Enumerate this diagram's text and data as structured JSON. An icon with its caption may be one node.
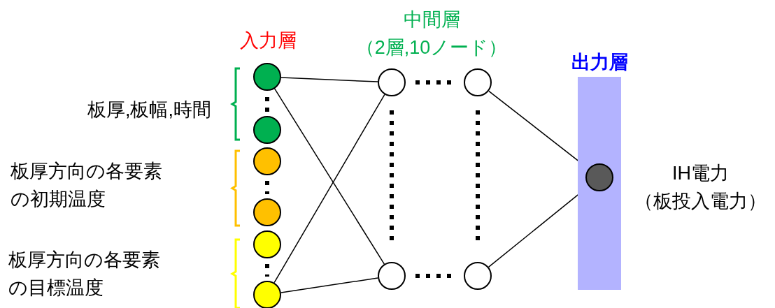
{
  "diagram": {
    "nodes": [
      {
        "text": [],
        "shape": "circle"
      },
      {
        "text": [],
        "shape": "circle"
      },
      {
        "text": [],
        "shape": "circle"
      },
      {
        "text": [],
        "shape": "circle"
      },
      {
        "text": [],
        "shape": "circle"
      },
      {
        "text": [],
        "shape": "circle"
      },
      {
        "text": [],
        "shape": "circle"
      },
      {
        "text": [],
        "shape": "circle"
      },
      {
        "text": [],
        "shape": "circle"
      },
      {
        "text": [],
        "shape": "circle"
      },
      {
        "text": [
          "出力層"
        ]
      },
      {
        "text": [],
        "shape": "circle",
        "in": 10,
        "beside": [
          "IH電力",
          "（板投入電力）"
        ]
      }
    ],
    "edges": [
      {
        "from": 0,
        "to": 6,
        "arrow": "none"
      },
      {
        "from": 0,
        "to": 7,
        "arrow": "none"
      },
      {
        "from": 5,
        "to": 6,
        "arrow": "none"
      },
      {
        "from": 5,
        "to": 7,
        "arrow": "none"
      },
      {
        "from": 8,
        "to": 11,
        "arrow": "none"
      },
      {
        "from": 9,
        "to": 11,
        "arrow": "none"
      }
    ],
    "labels": [
      "入力層",
      "中間層",
      "（2層,10ノード）",
      "板厚,板幅,時間",
      "板厚方向の各要素の初期温度",
      "板厚方向の各要素の目標温度"
    ]
  }
}
